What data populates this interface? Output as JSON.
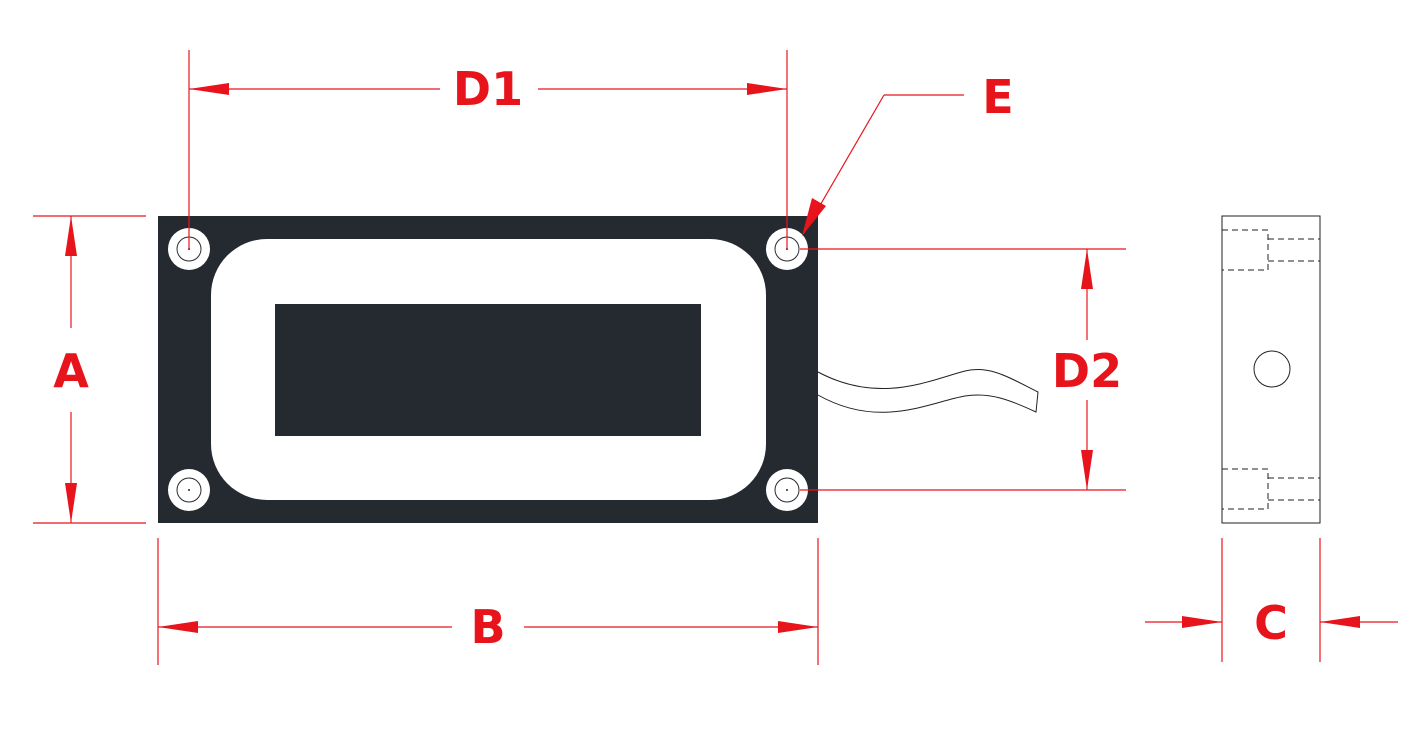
{
  "diagram": {
    "labels": {
      "a": "A",
      "b": "B",
      "c": "C",
      "d1": "D1",
      "d2": "D2",
      "e": "E"
    },
    "colors": {
      "dimension": "#e8141b",
      "body": "#252a31",
      "coil": "#ffffff",
      "outline": "#222222"
    }
  }
}
